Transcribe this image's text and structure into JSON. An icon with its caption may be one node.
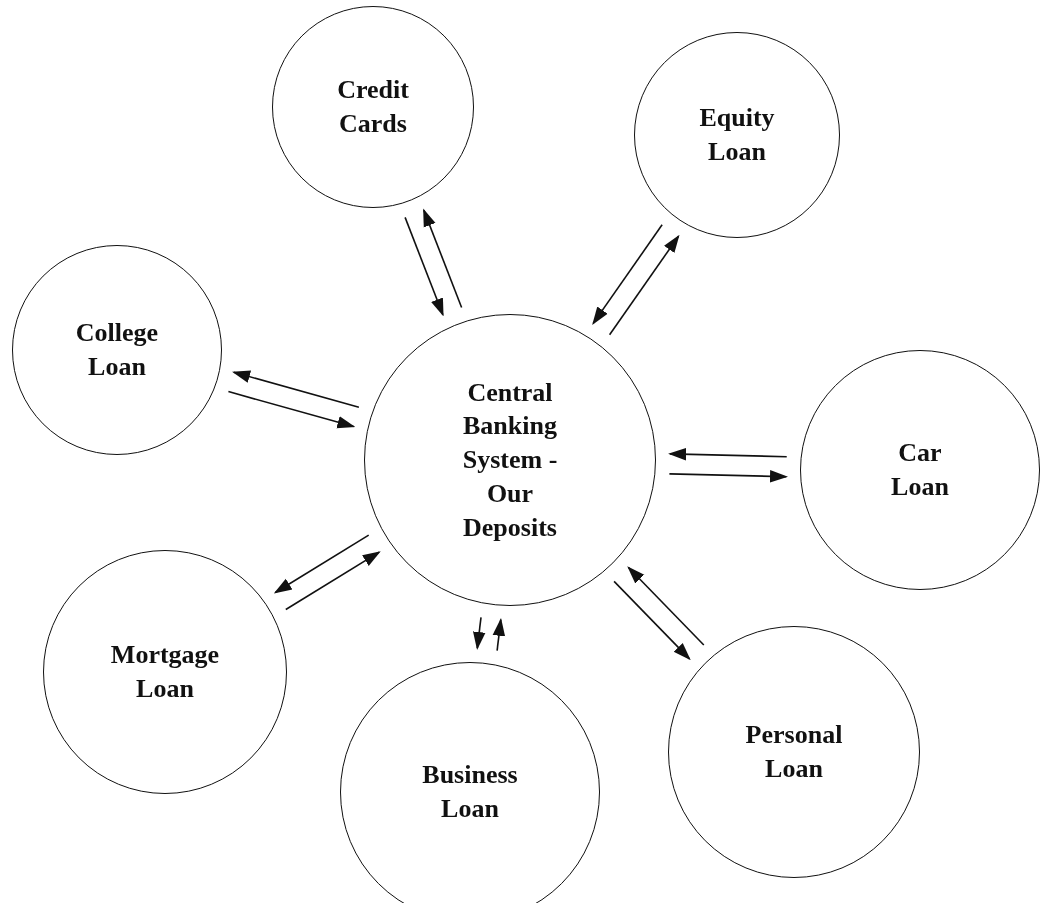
{
  "diagram": {
    "nodes": [
      {
        "text": [
          "Credit Cards"
        ]
      },
      {
        "text": [
          "Equity Loan"
        ]
      },
      {
        "text": [
          "College Loan"
        ]
      },
      {
        "text": [
          "Central Banking System - Our Deposits"
        ]
      },
      {
        "text": [
          "Car Loan"
        ]
      },
      {
        "text": [
          "Mortgage Loan"
        ]
      },
      {
        "text": [
          "Personal Loan"
        ]
      },
      {
        "text": [
          "Business Loan"
        ]
      }
    ],
    "edges": [
      {
        "from": 3,
        "to": 0,
        "arrow": "to"
      },
      {
        "from": 0,
        "to": 3,
        "arrow": "to"
      },
      {
        "from": 3,
        "to": 1,
        "arrow": "to"
      },
      {
        "from": 1,
        "to": 3,
        "arrow": "to"
      },
      {
        "from": 3,
        "to": 2,
        "arrow": "to"
      },
      {
        "from": 2,
        "to": 3,
        "arrow": "to"
      },
      {
        "from": 3,
        "to": 4,
        "arrow": "to"
      },
      {
        "from": 4,
        "to": 3,
        "arrow": "to"
      },
      {
        "from": 3,
        "to": 5,
        "arrow": "to"
      },
      {
        "from": 5,
        "to": 3,
        "arrow": "to"
      },
      {
        "from": 3,
        "to": 7,
        "arrow": "to"
      },
      {
        "from": 7,
        "to": 3,
        "arrow": "to"
      },
      {
        "from": 3,
        "to": 6,
        "arrow": "to"
      },
      {
        "from": 6,
        "to": 3,
        "arrow": "to"
      }
    ]
  }
}
